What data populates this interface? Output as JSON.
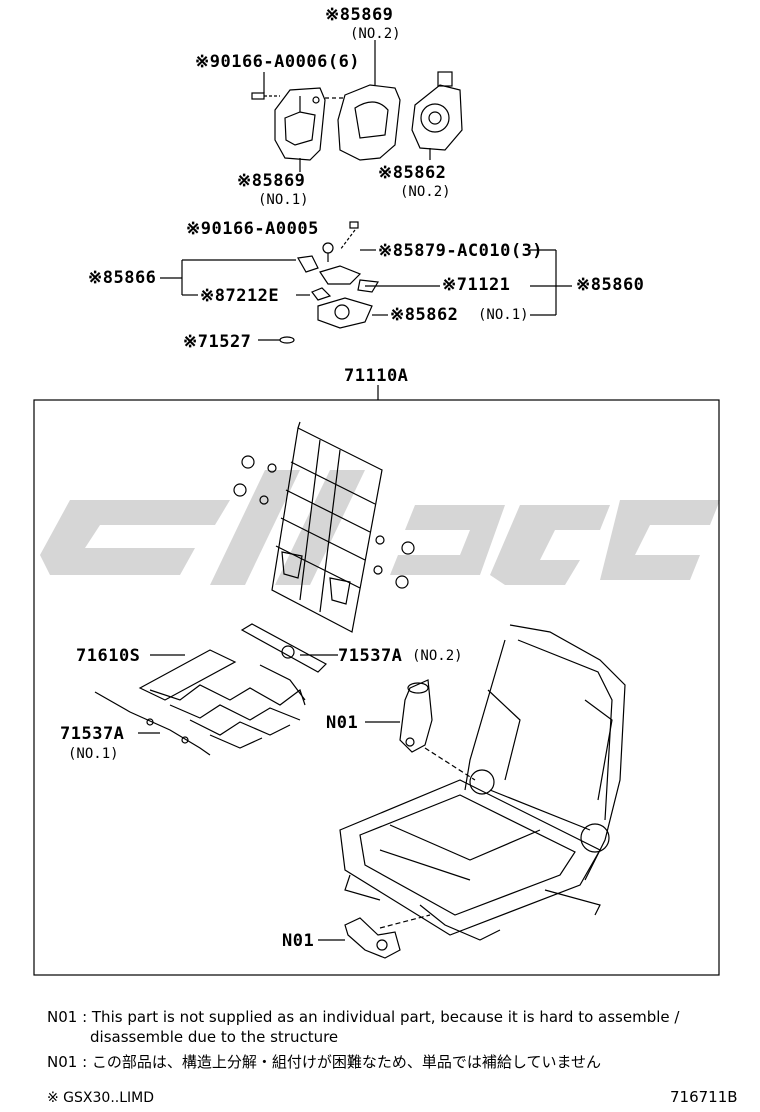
{
  "labels": {
    "top_no2_part": "※85869",
    "top_no2_sub": "(NO.2)",
    "bolt": "※90166-A0006(6)",
    "bracket_no1_part": "※85869",
    "bracket_no1_sub": "(NO.1)",
    "motor_no2_part": "※85862",
    "motor_no2_sub": "(NO.2)",
    "screw": "※90166-A0005",
    "clip_3": "※85879-AC010(3)",
    "bracket_85866": "※85866",
    "part_71121": "※71121",
    "part_85860": "※85860",
    "part_87212e": "※87212E",
    "motor_no1_part": "※85862",
    "motor_no1_sub": "(NO.1)",
    "part_71527": "※71527",
    "assembly": "71110A",
    "spring_71610s": "71610S",
    "wire_no2_part": "71537A",
    "wire_no2_sub": "(NO.2)",
    "motor_n01_upper": "N01",
    "wire_no1_part": "71537A",
    "wire_no1_sub": "(NO.1)",
    "motor_n01_lower": "N01"
  },
  "notes": {
    "n01_en_line1": "N01 : This part is not supplied as an individual part, because it is hard to assemble /",
    "n01_en_line2": "disassemble due to the structure",
    "n01_ja": "N01 : この部品は、構造上分解・組付けが困難なため、単品では補給していません",
    "model": "※  GSX30..LIMD",
    "diagram_id": "716711B"
  },
  "colors": {
    "line": "#000000",
    "watermark": "#d3d3d3"
  }
}
